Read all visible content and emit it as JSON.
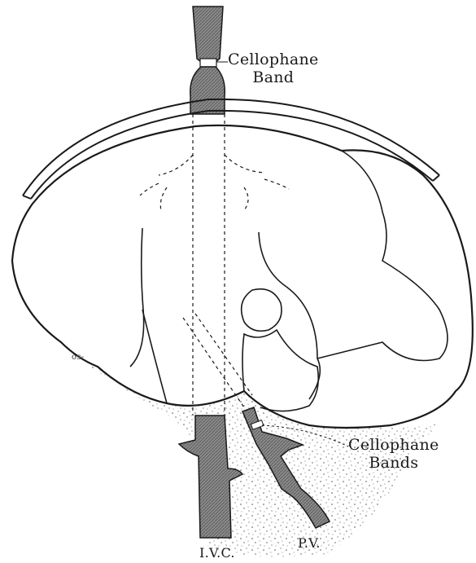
{
  "labels": {
    "cellophane_band_top_line1": "Cellophane",
    "cellophane_band_top_line2": "Band",
    "cellophane_bands_bottom_line1": "Cellophane",
    "cellophane_bands_bottom_line2": "Bands",
    "ivc": "I.V.C.",
    "pv": "P.V.",
    "signature": "os-"
  },
  "colors": {
    "ink": "#1a1a1a",
    "vessel_fill": "#7a7a7a",
    "background": "#ffffff"
  }
}
